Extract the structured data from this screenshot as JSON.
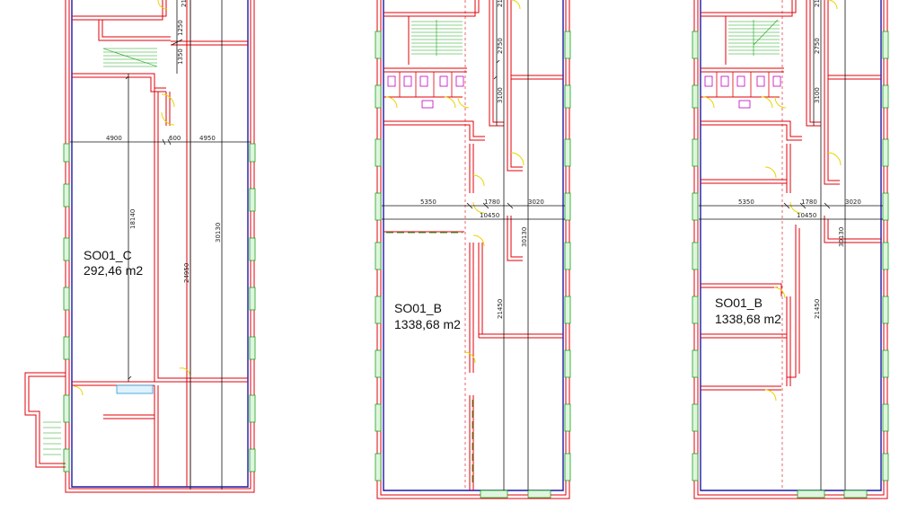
{
  "colors": {
    "wall": "#e0000a",
    "outline": "#1a1aa8",
    "window": "#19a319",
    "door": "#e8d400",
    "dim": "#111111",
    "fixture": "#c000c0",
    "text": "#111111"
  },
  "panels": [
    {
      "room_id": "SO01_C",
      "area": "292,46 m2",
      "dims": {
        "d1": "4900",
        "d2": "600",
        "d3": "4950",
        "d4": "18140",
        "d5": "24950",
        "d6": "30130",
        "d7": "1350",
        "d8": "1250",
        "d9": "21"
      }
    },
    {
      "room_id": "SO01_B",
      "area": "1338,68 m2",
      "dims": {
        "d1": "5350",
        "d2": "1780",
        "d3": "3020",
        "d4": "10450",
        "d5": "30130",
        "d6": "21450",
        "d7": "2750",
        "d8": "3100",
        "d9": "21"
      }
    },
    {
      "room_id": "SO01_B",
      "area": "1338,68 m2",
      "dims": {
        "d1": "5350",
        "d2": "1780",
        "d3": "3020",
        "d4": "10450",
        "d5": "30130",
        "d6": "21450",
        "d7": "2750",
        "d8": "3100",
        "d9": "21"
      }
    }
  ]
}
